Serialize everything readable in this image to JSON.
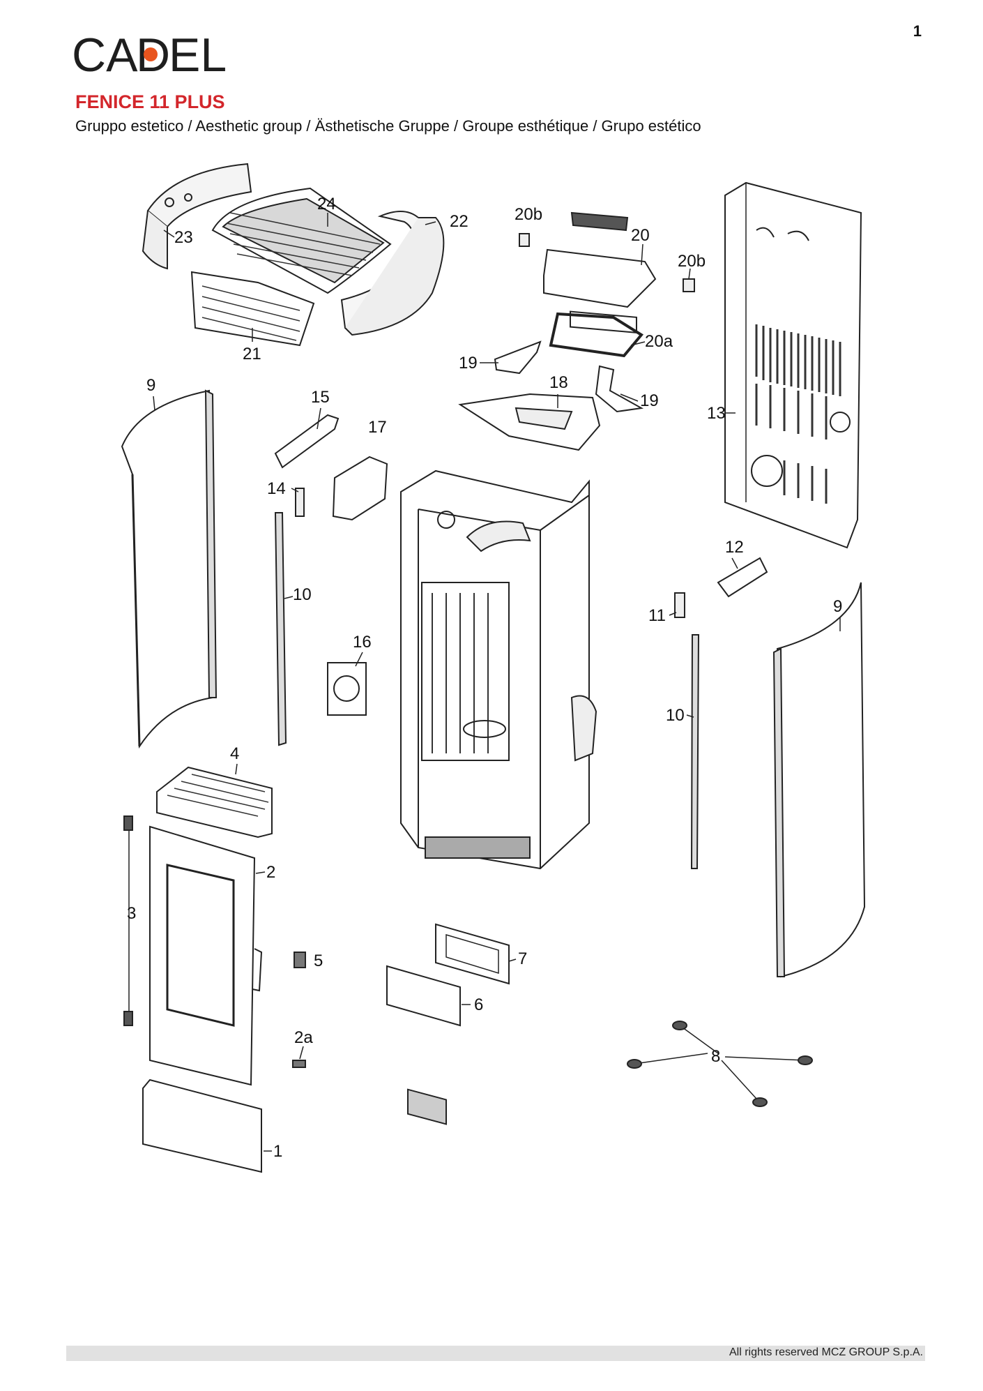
{
  "page_number": "1",
  "brand": {
    "name": "CADEL",
    "accent_color": "#e8541e"
  },
  "model_title": "FENICE 11 PLUS",
  "subtitle": "Gruppo estetico / Aesthetic group / Ästhetische Gruppe / Groupe esthétique / Grupo estético",
  "title_color": "#d3262b",
  "callouts": [
    "24",
    "22",
    "23",
    "21",
    "20b",
    "20",
    "20b",
    "20a",
    "19",
    "18",
    "19",
    "9",
    "15",
    "17",
    "13",
    "14",
    "10",
    "12",
    "16",
    "11",
    "9",
    "10",
    "4",
    "2",
    "3",
    "5",
    "7",
    "6",
    "2a",
    "1",
    "8"
  ],
  "footer": "All rights reserved MCZ GROUP S.p.A."
}
